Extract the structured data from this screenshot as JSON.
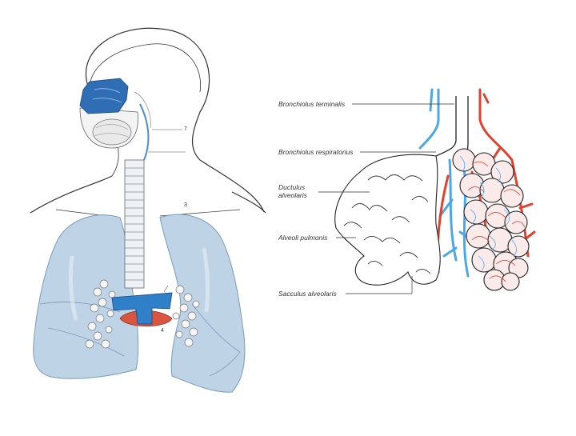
{
  "labels": {
    "bronchiolus_terminalis": "Bronchiolus terminalis",
    "bronchiolus_respiratorius": "Bronchiolus respiratorius",
    "ductulus_alveolaris_line1": "Ductulus",
    "ductulus_alveolaris_line2": "alveolaris",
    "alveoli_pulmonis": "Alveoli pulmonis",
    "sacculus_alveolaris": "Sacculus alveolaris"
  },
  "markers": {
    "n7": "7",
    "n3": "3",
    "n4": "4"
  },
  "colors": {
    "lung_fill": "#bfd3e6",
    "lung_edge": "#7a9bb8",
    "nasal_blue": "#2f6db5",
    "heart_blue": "#2f7fc9",
    "heart_red": "#d9553f",
    "artery_red": "#e2412e",
    "vein_blue": "#4aa8e8",
    "line": "#222222"
  }
}
